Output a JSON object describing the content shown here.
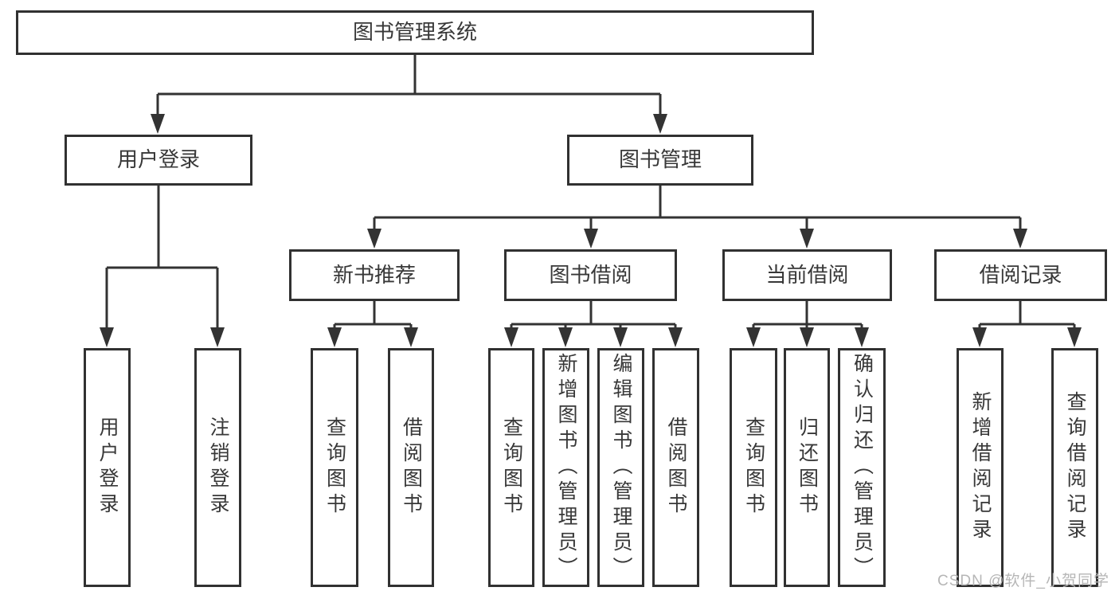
{
  "tree": {
    "label": "图书管理系统",
    "children": [
      {
        "label": "用户登录",
        "children": [
          {
            "label": "用户登录"
          },
          {
            "label": "注销登录"
          }
        ]
      },
      {
        "label": "图书管理",
        "children": [
          {
            "label": "新书推荐",
            "children": [
              {
                "label": "查询图书"
              },
              {
                "label": "借阅图书"
              }
            ]
          },
          {
            "label": "图书借阅",
            "children": [
              {
                "label": "查询图书"
              },
              {
                "label": "新增图书（管理员）"
              },
              {
                "label": "编辑图书（管理员）"
              },
              {
                "label": "借阅图书"
              }
            ]
          },
          {
            "label": "当前借阅",
            "children": [
              {
                "label": "查询图书"
              },
              {
                "label": "归还图书"
              },
              {
                "label": "确认归还（管理员）"
              }
            ]
          },
          {
            "label": "借阅记录",
            "children": [
              {
                "label": "新增借阅记录"
              },
              {
                "label": "查询借阅记录"
              }
            ]
          }
        ]
      }
    ]
  },
  "watermark": {
    "text": "CSDN @软件_小贺同学"
  },
  "colors": {
    "line": "#333333",
    "box_border": "#313131",
    "text": "#383838",
    "watermark": "#b6b6b6",
    "background": "#ffffff"
  }
}
